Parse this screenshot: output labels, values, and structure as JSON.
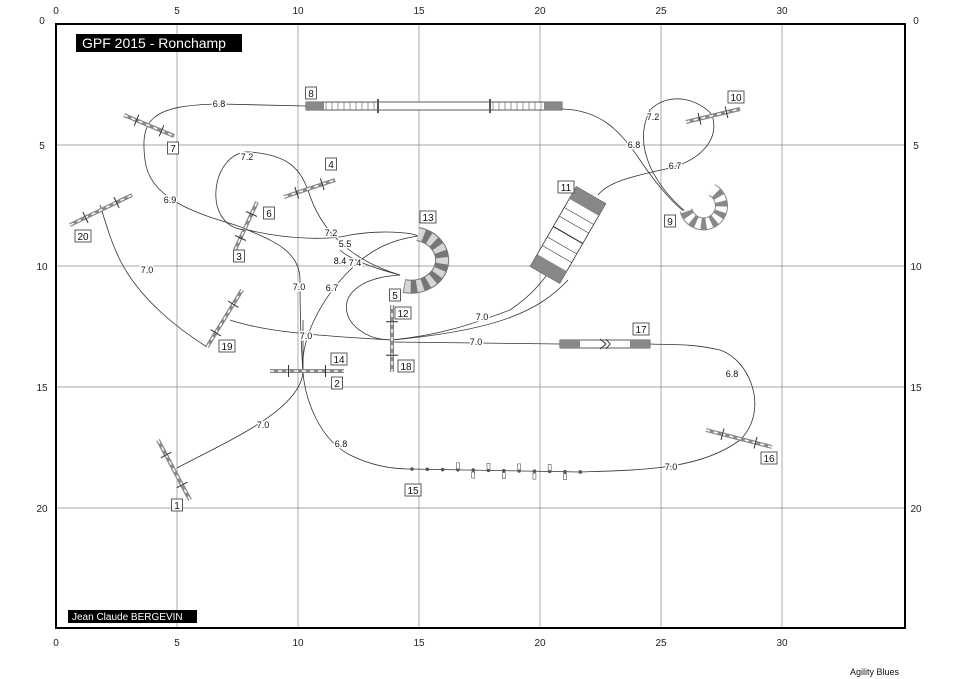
{
  "title": "GPF 2015 - Ronchamp",
  "author": "Jean Claude BERGEVIN",
  "footer": "Agility Blues",
  "axis": {
    "x_ticks": [
      "0",
      "5",
      "10",
      "15",
      "20",
      "25",
      "30"
    ],
    "y_ticks": [
      "0",
      "5",
      "10",
      "15",
      "20"
    ]
  },
  "obstacles": {
    "1": "1",
    "2": "2",
    "3": "3",
    "4": "4",
    "5": "5",
    "6": "6",
    "7": "7",
    "8": "8",
    "9": "9",
    "10": "10",
    "11": "11",
    "12": "12",
    "13": "13",
    "14": "14",
    "15": "15",
    "16": "16",
    "17": "17",
    "18": "18",
    "19": "19",
    "20": "20"
  },
  "distances": [
    "6.8",
    "7.2",
    "6.9",
    "7.2",
    "5.5",
    "8.4",
    "7.4",
    "6.7",
    "7.0",
    "7.0",
    "7.0",
    "7.0",
    "6.8",
    "7.0",
    "7.0",
    "7.0",
    "6.8",
    "6.8",
    "7.2",
    "6.7"
  ],
  "colors": {
    "obstacle": "#808080",
    "frame": "#000000",
    "grid": "#888888"
  }
}
